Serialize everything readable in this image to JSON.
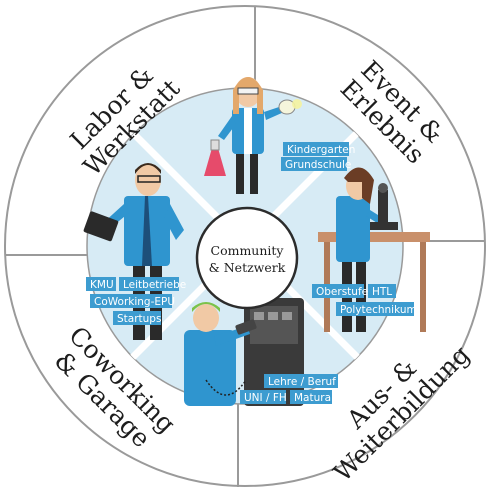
{
  "colors": {
    "ring": "#ffffff",
    "ring_stroke": "#9a9a9a",
    "inner_light": "#d7ebf5",
    "inner_stripe": "#c6e2ef",
    "tag_blue": "#3d9cd0",
    "shirt_blue": "#2f95cf",
    "center_fill": "#ffffff",
    "center_stroke": "#2c2c2c"
  },
  "ring_labels": {
    "top_left": [
      "Labor &",
      "Werkstatt"
    ],
    "top_right": [
      "Event &",
      "Erlebnis"
    ],
    "bottom_left": [
      "Coworking",
      "& Garage"
    ],
    "bottom_right": [
      "Aus- &",
      "Weiterbildung"
    ]
  },
  "center": {
    "line1": "Community",
    "line2": "& Netzwerk"
  },
  "tags": {
    "kindergarten": "Kindergarten",
    "grundschule": "Grundschule",
    "kmu": "KMU",
    "leitbetriebe": "Leitbetriebe",
    "coworking_epu": "CoWorking-EPU",
    "startups": "Startups",
    "oberstufe": "Oberstufe",
    "htl": "HTL",
    "polytechnikum": "Polytechnikum",
    "lehre_beruf": "Lehre / Beruf",
    "uni_fh": "UNI / FH",
    "matura": "Matura"
  },
  "figures": {
    "girl": "scientist-girl-icon",
    "businessman": "businessman-icon",
    "microscope_woman": "microscope-student-icon",
    "worker": "technician-icon"
  }
}
